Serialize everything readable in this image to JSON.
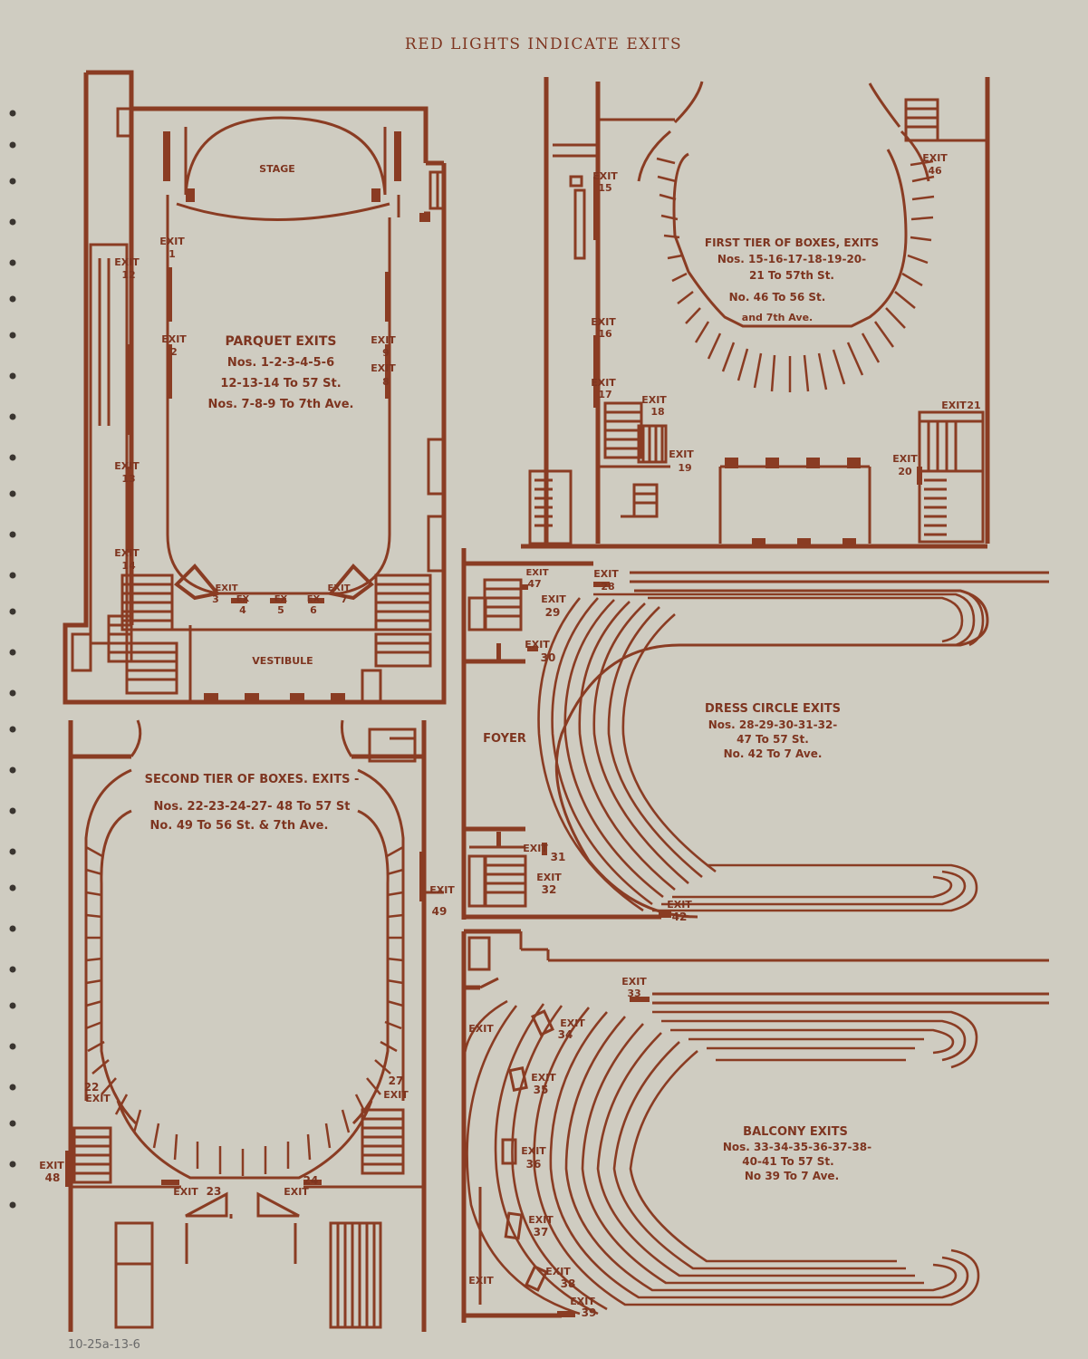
{
  "header": "RED LIGHTS INDICATE EXITS",
  "catalog_note": "10-25a-13-6",
  "parquet": {
    "stage": "STAGE",
    "vestibule": "VESTIBULE",
    "title": "PARQUET EXITS",
    "lines": [
      "Nos. 1-2-3-4-5-6",
      "12-13-14 To 57 St.",
      "Nos. 7-8-9 To 7th Ave."
    ]
  },
  "first_tier": {
    "title": "FIRST TIER OF BOXES, EXITS",
    "lines": [
      "Nos. 15-16-17-18-19-20-",
      "21 To 57th St.",
      "No. 46 To 56 St.",
      "and 7th Ave."
    ]
  },
  "second_tier": {
    "title": "SECOND TIER OF BOXES. EXITS -",
    "lines": [
      "Nos. 22-23-24-27- 48 To 57 St",
      "No. 49 To 56 St. & 7th Ave."
    ]
  },
  "dress_circle": {
    "foyer": "FOYER",
    "title": "DRESS CIRCLE EXITS",
    "lines": [
      "Nos. 28-29-30-31-32-",
      "47 To 57 St.",
      "No. 42 To 7 Ave."
    ]
  },
  "balcony": {
    "title": "BALCONY EXITS",
    "lines": [
      "Nos. 33-34-35-36-37-38-",
      "40-41 To 57 St.",
      "No 39 To 7 Ave."
    ]
  },
  "exit_word": "EXIT",
  "ex_word": "EX",
  "exits": {
    "e1": "1",
    "e2": "2",
    "e3": "3",
    "e4": "4",
    "e5": "5",
    "e6": "6",
    "e7": "7",
    "e8": "8",
    "e9": "9",
    "e12": "12",
    "e13": "13",
    "e14": "14",
    "e15": "15",
    "e16": "16",
    "e17": "17",
    "e18": "18",
    "e19": "19",
    "e20": "20",
    "e21": "21",
    "e46": "46",
    "e22": "22",
    "e23": "23",
    "e24": "24",
    "e27": "27",
    "e48": "48",
    "e49": "49",
    "e28": "28",
    "e29": "29",
    "e30": "30",
    "e31": "31",
    "e32": "32",
    "e42": "42",
    "e47": "47",
    "e33": "33",
    "e34": "34",
    "e35": "35",
    "e36": "36",
    "e37": "37",
    "e38": "38",
    "e39": "39"
  },
  "colors": {
    "paper": "#cfccc1",
    "ink": "#8a3c23"
  }
}
